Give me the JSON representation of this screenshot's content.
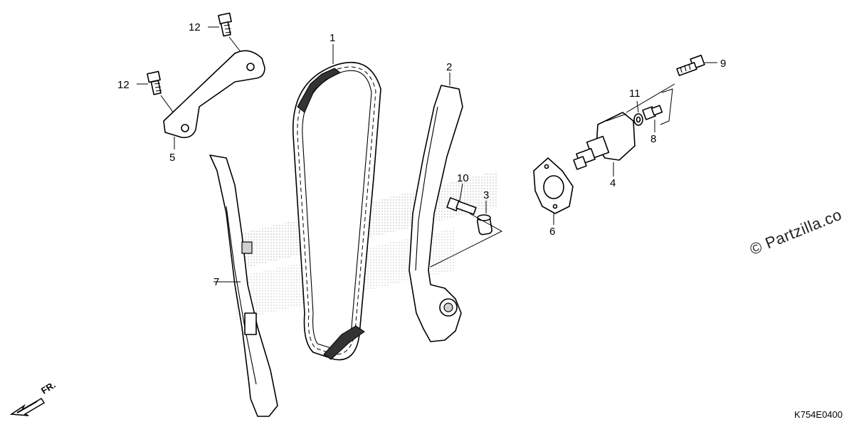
{
  "callouts": {
    "c1": "1",
    "c2": "2",
    "c3": "3",
    "c4": "4",
    "c5": "5",
    "c6": "6",
    "c7": "7",
    "c8": "8",
    "c9": "9",
    "c10": "10",
    "c11": "11",
    "c12a": "12",
    "c12b": "12"
  },
  "watermark": "© Partzilla.co",
  "diagram_code": "K754E0400",
  "front_marker": "FR."
}
